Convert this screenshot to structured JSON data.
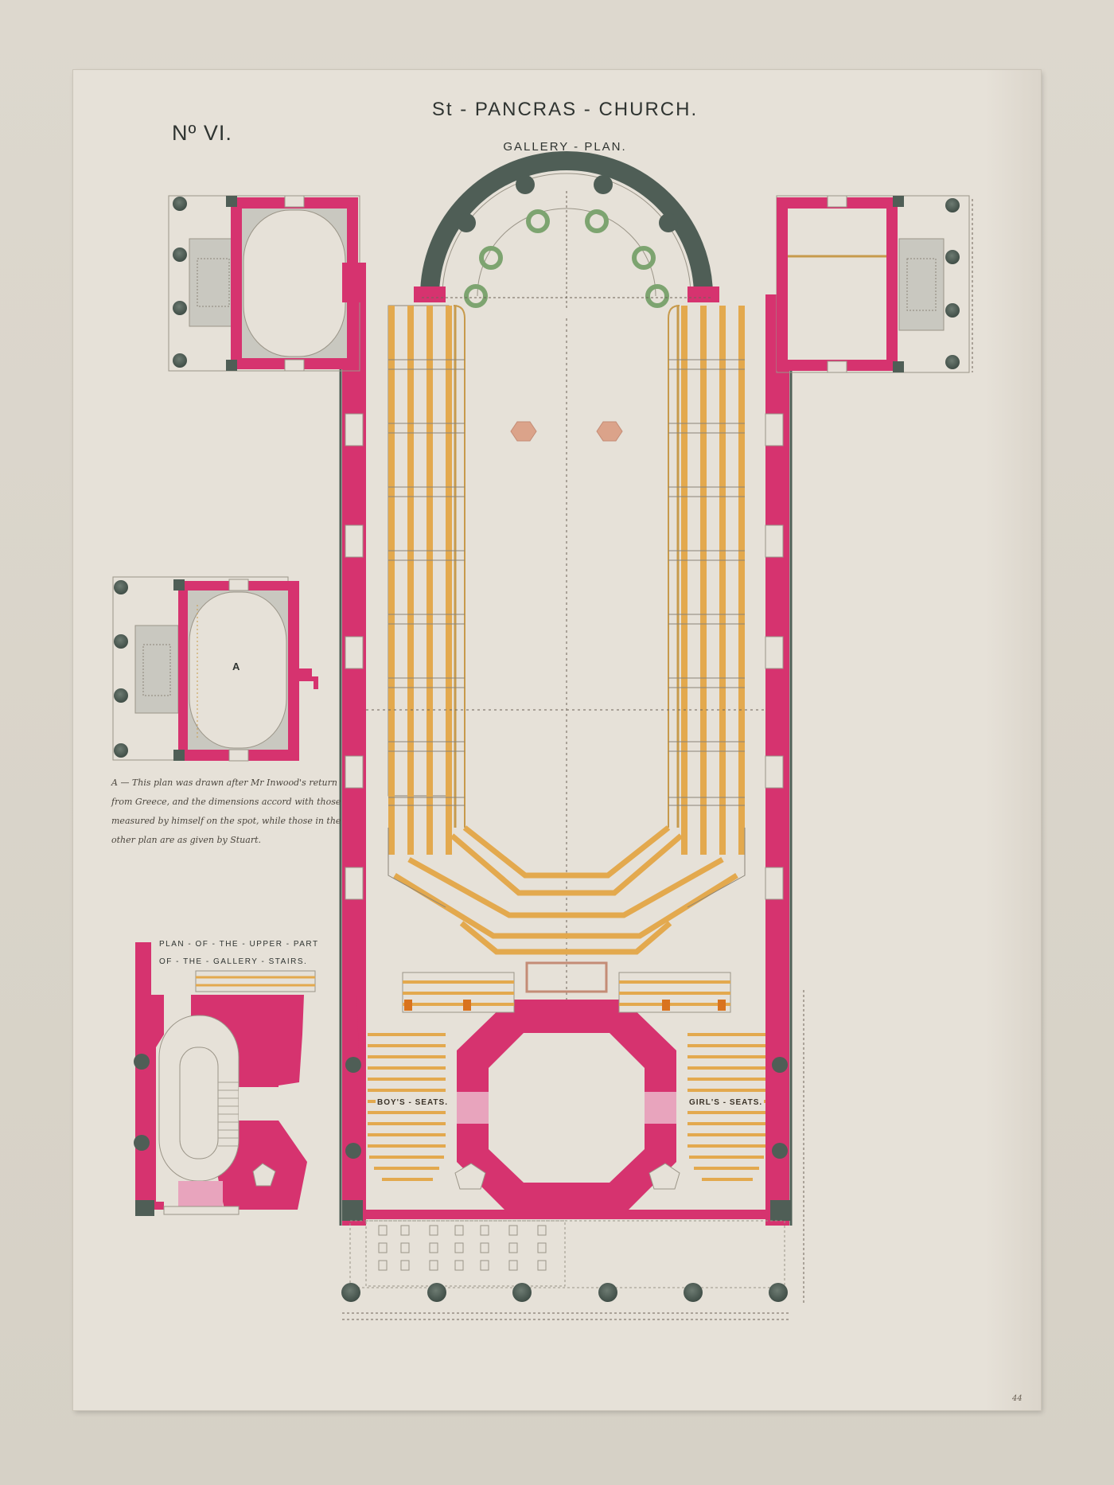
{
  "drawing": {
    "plate_number": "Nº VI.",
    "title": "St - PANCRAS - CHURCH.",
    "subtitle": "GALLERY - PLAN.",
    "annex_label": "A",
    "annex_note": "A — This plan was drawn after Mr Inwood's return from Greece, and the dimensions accord with those measured by himself on the spot, while those in the other plan are as given by Stuart.",
    "stair_plan_title_line1": "PLAN - OF - THE - UPPER - PART",
    "stair_plan_title_line2": "OF - THE - GALLERY - STAIRS.",
    "boys_seats_label": "BOY'S - SEATS.",
    "girls_seats_label": "GIRL'S - SEATS.",
    "catalog_mark": "44"
  },
  "colors": {
    "paper": "#e6e1d8",
    "mat": "#d8d3c9",
    "wall_pink": "#d6336f",
    "wall_pink_light": "#e8a4bd",
    "column_dark": "#4f5e56",
    "ring_green": "#7da470",
    "pew_orange": "#e3a94e",
    "pew_light": "#e8cf9f",
    "gray_wash": "#c9c8c0",
    "ink": "#2f3431",
    "hex_pier": "#dba38a",
    "door_orange": "#d9731e"
  },
  "elements": {
    "apse_columns": 6,
    "front_portico_columns": 6,
    "side_porch_columns": 4,
    "nave_pew_blocks_per_side": 8,
    "central_piers": 2
  }
}
